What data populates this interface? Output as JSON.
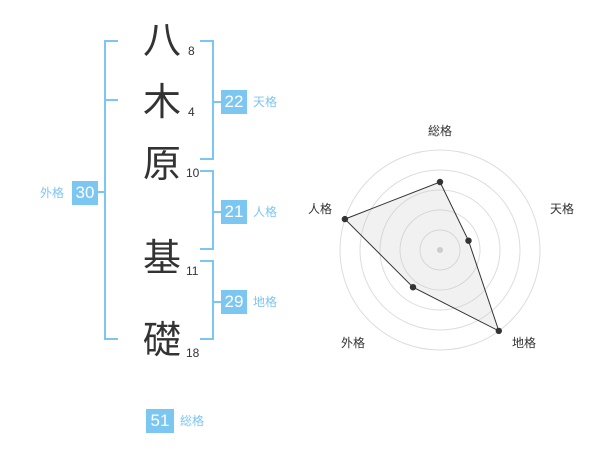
{
  "name": {
    "chars": [
      {
        "char": "八",
        "strokes": "8"
      },
      {
        "char": "木",
        "strokes": "4"
      },
      {
        "char": "原",
        "strokes": "10"
      },
      {
        "char": "基",
        "strokes": "11"
      },
      {
        "char": "礎",
        "strokes": "18"
      }
    ]
  },
  "fortune": {
    "tenkaku": {
      "value": "22",
      "label": "天格"
    },
    "jinkaku": {
      "value": "21",
      "label": "人格"
    },
    "chikaku": {
      "value": "29",
      "label": "地格"
    },
    "gaikaku": {
      "value": "30",
      "label": "外格"
    },
    "soukaku": {
      "value": "51",
      "label": "総格"
    }
  },
  "colors": {
    "accent": "#7cc6f2",
    "text": "#333333",
    "grid": "#dddddd"
  },
  "chart_data": {
    "type": "radar",
    "axes": [
      "総格",
      "天格",
      "地格",
      "外格",
      "人格"
    ],
    "values": [
      0.68,
      0.3,
      1.0,
      0.46,
      1.0
    ],
    "max": 1.0
  }
}
